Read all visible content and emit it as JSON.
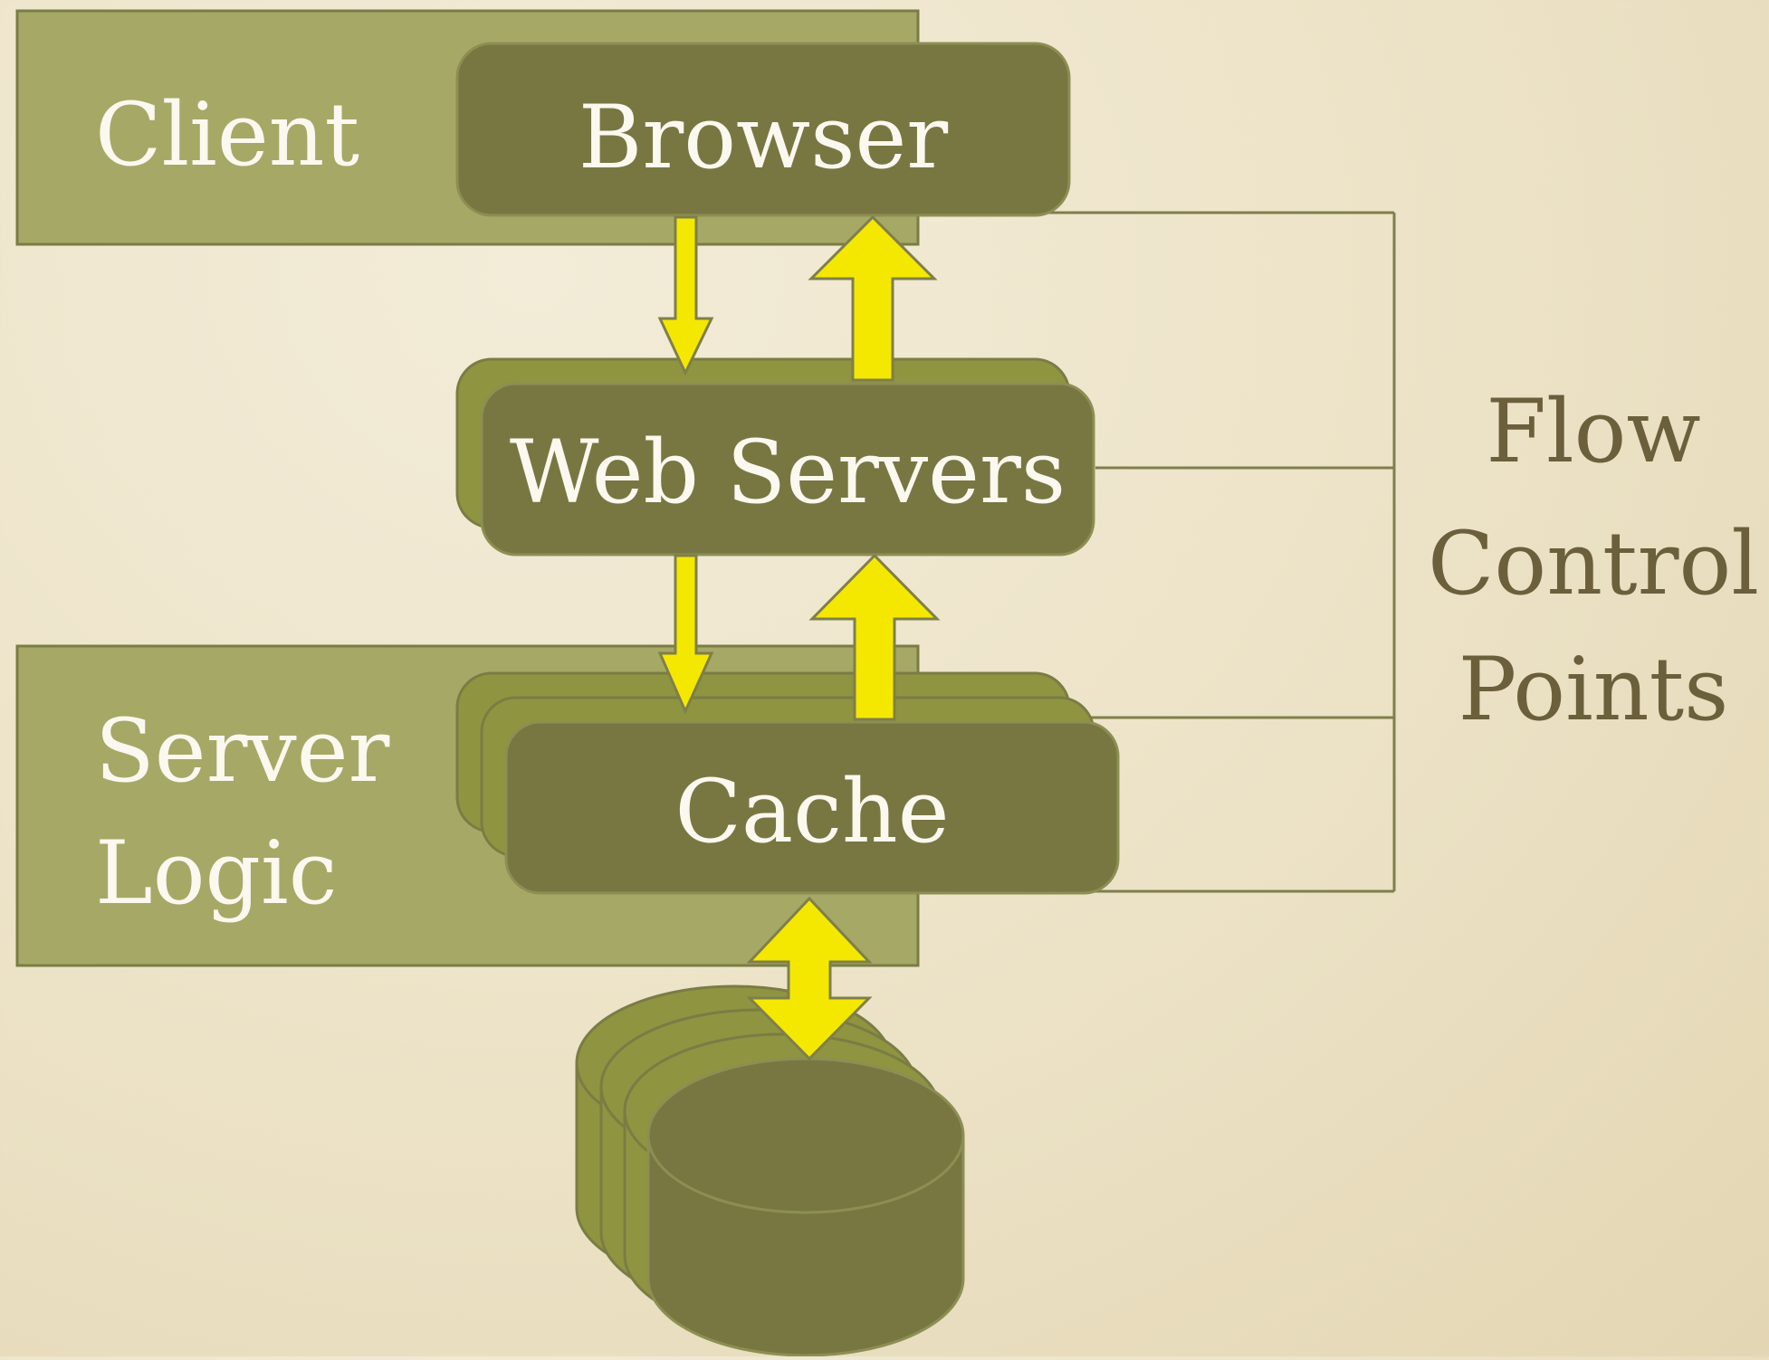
{
  "zones": {
    "client": {
      "label": "Client"
    },
    "server_logic": {
      "label_line1": "Server",
      "label_line2": "Logic"
    }
  },
  "boxes": {
    "browser": {
      "label": "Browser"
    },
    "web_servers": {
      "label": "Web Servers"
    },
    "cache": {
      "label": "Cache"
    }
  },
  "flow_control": {
    "line1": "Flow",
    "line2": "Control",
    "line3": "Points"
  },
  "colors": {
    "background": "#ede3c8",
    "zone_fill": "#a6a866",
    "box_fill": "#787742",
    "back_box_fill": "#8e9440",
    "arrow_fill": "#f5e800",
    "outline": "#7a7c45",
    "text_light": "#fbf8ef",
    "text_dark": "#6b5f3c"
  }
}
